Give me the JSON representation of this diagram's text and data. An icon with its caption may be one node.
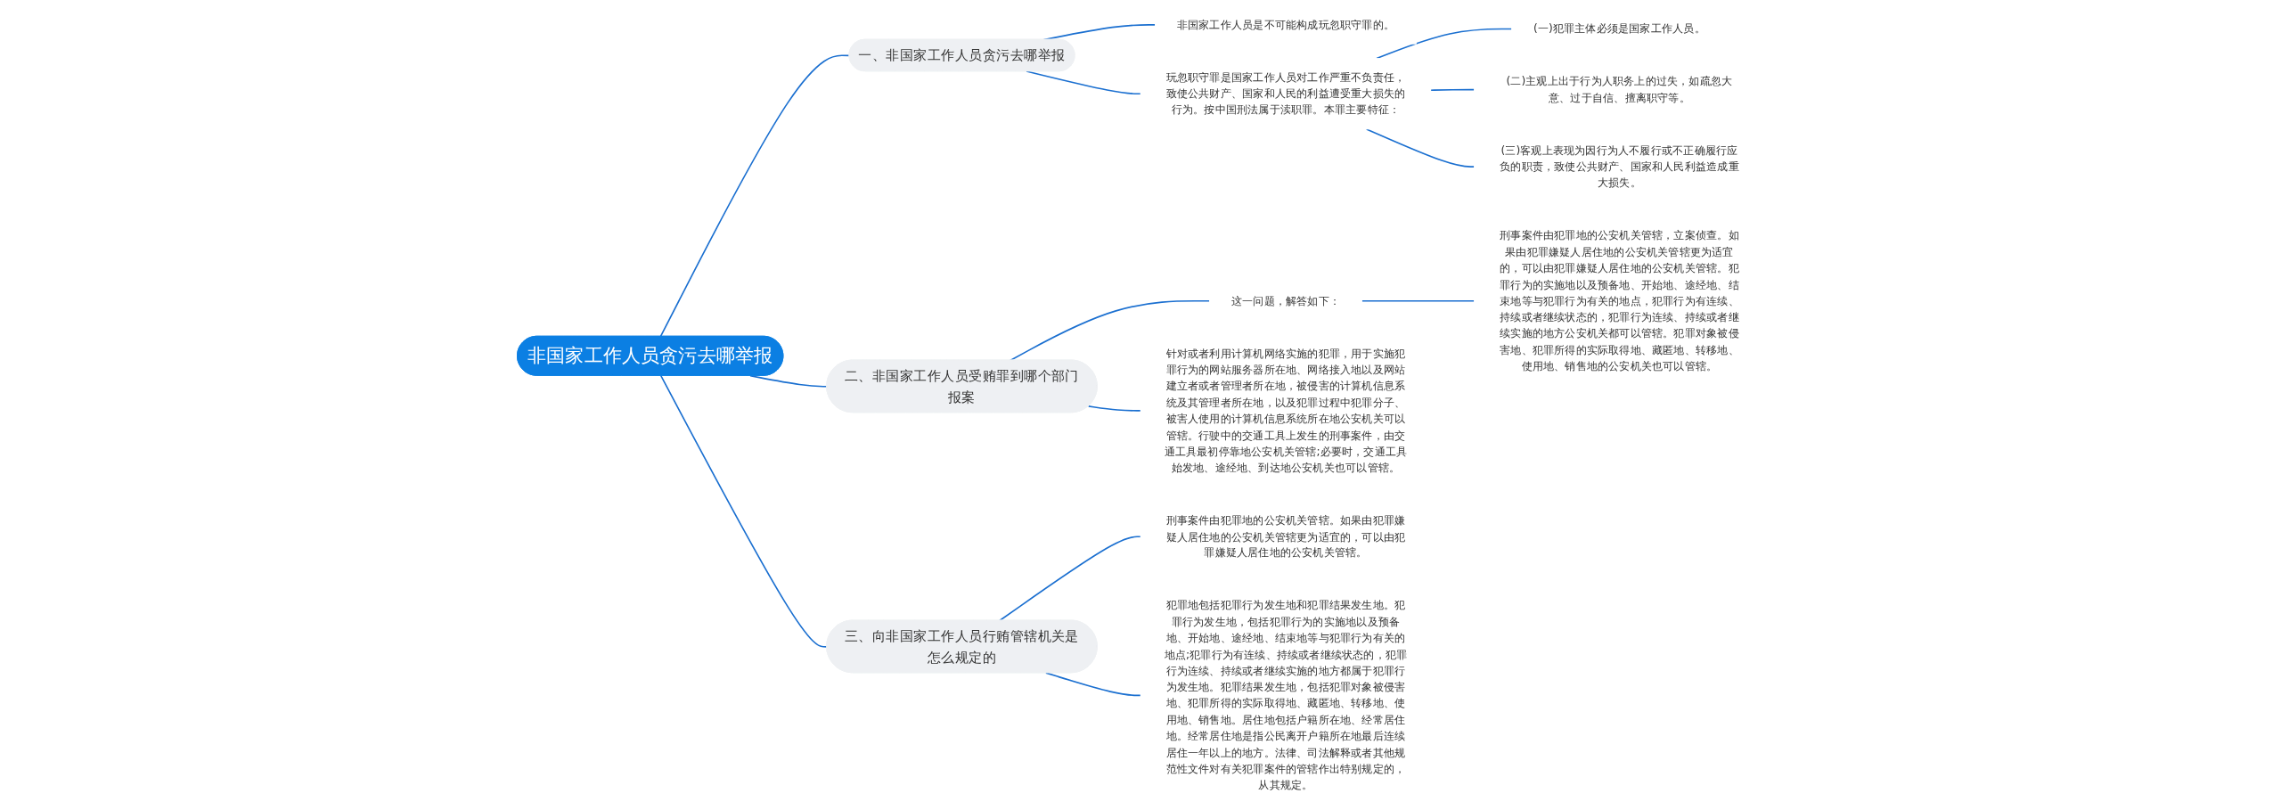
{
  "diagram": {
    "nodes": [
      {
        "text": [
          "非国家工作人员贪污去哪举报"
        ]
      },
      {
        "text": [
          "一、非国家工作人员贪污去哪举报"
        ]
      },
      {
        "text": [
          "非国家工作人员是不可能构成玩忽职守罪的。"
        ]
      },
      {
        "text": [
          "玩忽职守罪是国家工作人员对工作严重不负责任，致使公共财产、国家和人民的利益遭受重大损失的行为。按中国刑法属于渎职罪。本罪主要特征："
        ]
      },
      {
        "text": [
          "(一)犯罪主体必须是国家工作人员。"
        ]
      },
      {
        "text": [
          "(二)主观上出于行为人职务上的过失，如疏忽大意、过于自信、擅离职守等。"
        ]
      },
      {
        "text": [
          "(三)客观上表现为因行为人不履行或不正确履行应负的职责，致使公共财产、国家和人民利益造成重大损失。"
        ]
      },
      {
        "text": [
          "二、非国家工作人员受贿罪到哪个部门报案"
        ]
      },
      {
        "text": [
          "这一问题，解答如下："
        ]
      },
      {
        "text": [
          "刑事案件由犯罪地的公安机关管辖，立案侦查。如果由犯罪嫌疑人居住地的公安机关管辖更为适宜的，可以由犯罪嫌疑人居住地的公安机关管辖。犯罪行为的实施地以及预备地、开始地、途经地、结束地等与犯罪行为有关的地点，犯罪行为有连续、持续或者继续状态的，犯罪行为连续、持续或者继续实施的地方公安机关都可以管辖。犯罪对象被侵害地、犯罪所得的实际取得地、藏匿地、转移地、使用地、销售地的公安机关也可以管辖。"
        ]
      },
      {
        "text": [
          "针对或者利用计算机网络实施的犯罪，用于实施犯罪行为的网站服务器所在地、网络接入地以及网站建立者或者管理者所在地，被侵害的计算机信息系统及其管理者所在地，以及犯罪过程中犯罪分子、被害人使用的计算机信息系统所在地公安机关可以管辖。行驶中的交通工具上发生的刑事案件，由交通工具最初停靠地公安机关管辖;必要时，交通工具始发地、途经地、到达地公安机关也可以管辖。"
        ]
      },
      {
        "text": [
          "三、向非国家工作人员行贿管辖机关是怎么规定的"
        ]
      },
      {
        "text": [
          "刑事案件由犯罪地的公安机关管辖。如果由犯罪嫌疑人居住地的公安机关管辖更为适宜的，可以由犯罪嫌疑人居住地的公安机关管辖。"
        ]
      },
      {
        "text": [
          "犯罪地包括犯罪行为发生地和犯罪结果发生地。犯罪行为发生地，包括犯罪行为的实施地以及预备地、开始地、途经地、结束地等与犯罪行为有关的地点;犯罪行为有连续、持续或者继续状态的，犯罪行为连续、持续或者继续实施的地方都属于犯罪行为发生地。犯罪结果发生地，包括犯罪对象被侵害地、犯罪所得的实际取得地、藏匿地、转移地、使用地、销售地。居住地包括户籍所在地、经常居住地。经常居住地是指公民离开户籍所在地最后连续居住一年以上的地方。法律、司法解释或者其他规范性文件对有关犯罪案件的管辖作出特别规定的，从其规定。"
        ]
      }
    ],
    "edges": [
      {
        "from": 0,
        "to": 1,
        "arrow": "none"
      },
      {
        "from": 1,
        "to": 2,
        "arrow": "none"
      },
      {
        "from": 1,
        "to": 3,
        "arrow": "none"
      },
      {
        "from": 3,
        "to": 4,
        "arrow": "none"
      },
      {
        "from": 3,
        "to": 5,
        "arrow": "none"
      },
      {
        "from": 3,
        "to": 6,
        "arrow": "none"
      },
      {
        "from": 0,
        "to": 7,
        "arrow": "none"
      },
      {
        "from": 7,
        "to": 8,
        "arrow": "none"
      },
      {
        "from": 8,
        "to": 9,
        "arrow": "none"
      },
      {
        "from": 7,
        "to": 10,
        "arrow": "none"
      },
      {
        "from": 0,
        "to": 11,
        "arrow": "none"
      },
      {
        "from": 11,
        "to": 12,
        "arrow": "none"
      },
      {
        "from": 11,
        "to": 13,
        "arrow": "none"
      }
    ]
  }
}
